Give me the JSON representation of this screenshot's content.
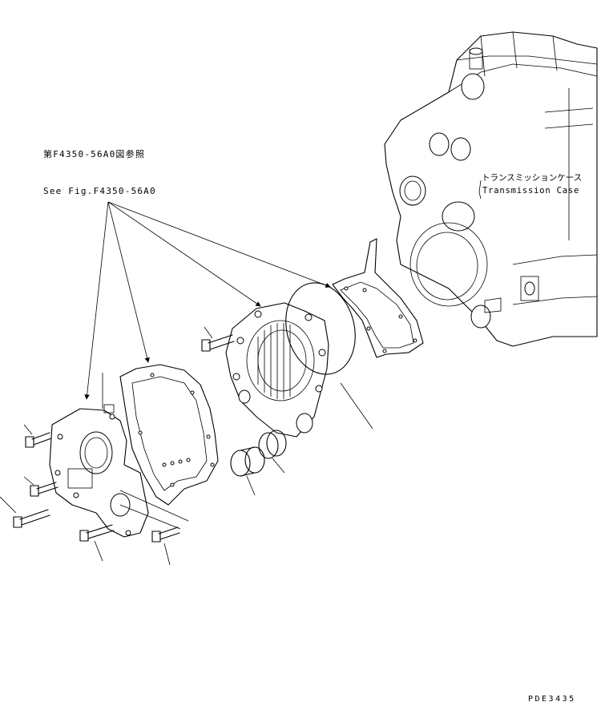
{
  "labels": {
    "ref_jp": "第F4350-56A0図参照",
    "ref_en": "See Fig.F4350-56A0",
    "case_jp": "トランスミッションケース",
    "case_en": "Transmission Case",
    "drawing_no": "PDE3435"
  }
}
